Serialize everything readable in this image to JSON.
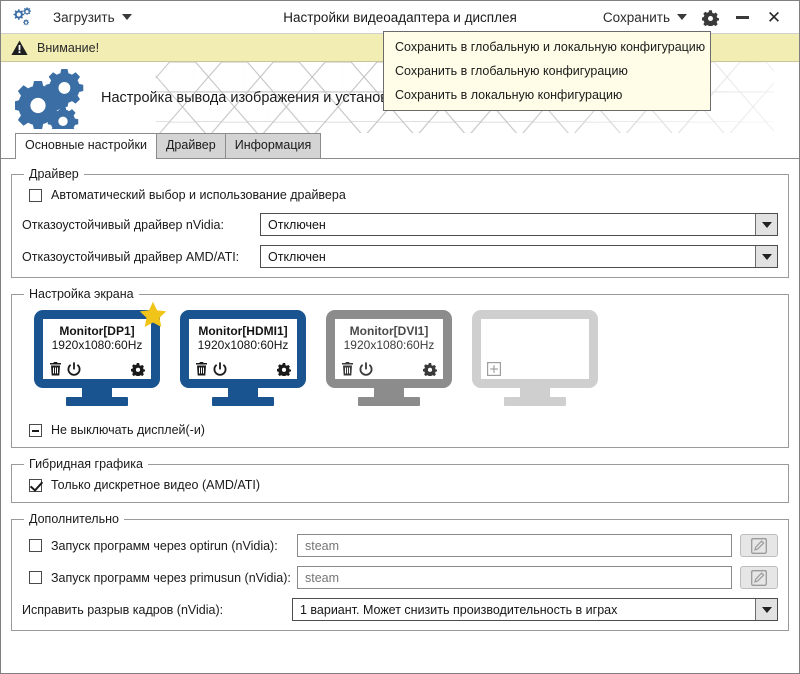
{
  "titlebar": {
    "logo_icon": "gears-icon",
    "load_label": "Загрузить",
    "title": "Настройки видеоадаптера и дисплея",
    "save_label": "Сохранить",
    "settings_icon": "gear-icon",
    "minimize_icon": "minimize-icon",
    "close_icon": "close-icon"
  },
  "save_menu": {
    "items": [
      {
        "label": "Сохранить в глобальную и локальную конфигурацию"
      },
      {
        "label": "Сохранить в глобальную конфигурацию"
      },
      {
        "label": "Сохранить в локальную конфигурацию"
      }
    ]
  },
  "warning": {
    "icon": "warning-triangle-icon",
    "text": "Внимание!",
    "background": "#f2edb3"
  },
  "header": {
    "logo_icon": "gears-logo-icon",
    "title": "Настройка вывода изображения и установка драйвера видеокарты"
  },
  "tabs": [
    {
      "label": "Основные настройки",
      "active": true
    },
    {
      "label": "Драйвер",
      "active": false
    },
    {
      "label": "Информация",
      "active": false
    }
  ],
  "driver_group": {
    "legend": "Драйвер",
    "auto_driver": {
      "label": "Автоматический выбор и использование драйвера",
      "checked": false
    },
    "nvidia": {
      "label": "Отказоустойчивый драйвер nVidia:",
      "value": "Отключен"
    },
    "amd": {
      "label": "Отказоустойчивый драйвер AMD/ATI:",
      "value": "Отключен"
    }
  },
  "screen_group": {
    "legend": "Настройка экрана",
    "monitors": [
      {
        "name": "Monitor[DP1]",
        "resolution": "1920x1080:60Hz",
        "state": "active",
        "primary": true,
        "star_color": "#f0c419",
        "color": "#1a5490",
        "icons": [
          "trash-icon",
          "power-icon",
          "gear-icon"
        ]
      },
      {
        "name": "Monitor[HDMI1]",
        "resolution": "1920x1080:60Hz",
        "state": "active",
        "primary": false,
        "color": "#1a5490",
        "icons": [
          "trash-icon",
          "power-icon",
          "gear-icon"
        ]
      },
      {
        "name": "Monitor[DVI1]",
        "resolution": "1920x1080:60Hz",
        "state": "off",
        "primary": false,
        "color": "#8c8c8c",
        "icons": [
          "trash-icon",
          "power-icon",
          "gear-icon"
        ]
      },
      {
        "name": "",
        "resolution": "",
        "state": "empty",
        "primary": false,
        "color": "#cfcfcf",
        "icons": [
          "plus-box-icon"
        ]
      }
    ],
    "keep_displays_on": {
      "label": "Не выключать дисплей(-и)",
      "state": "indeterminate"
    }
  },
  "hybrid_group": {
    "legend": "Гибридная графика",
    "discrete_only": {
      "label": "Только дискретное видео (AMD/ATI)",
      "checked": true
    }
  },
  "extra_group": {
    "legend": "Дополнительно",
    "optirun": {
      "label": "Запуск программ через optirun (nVidia):",
      "checked": false,
      "placeholder": "steam",
      "value": "",
      "edit_icon": "pencil-square-icon"
    },
    "primusrun": {
      "label": "Запуск программ через primusun (nVidia):",
      "checked": false,
      "placeholder": "steam",
      "value": "",
      "edit_icon": "pencil-square-icon"
    },
    "tearfree": {
      "label": "Исправить разрыв кадров (nVidia):",
      "value": "1 вариант. Может снизить производительность в играх"
    }
  }
}
